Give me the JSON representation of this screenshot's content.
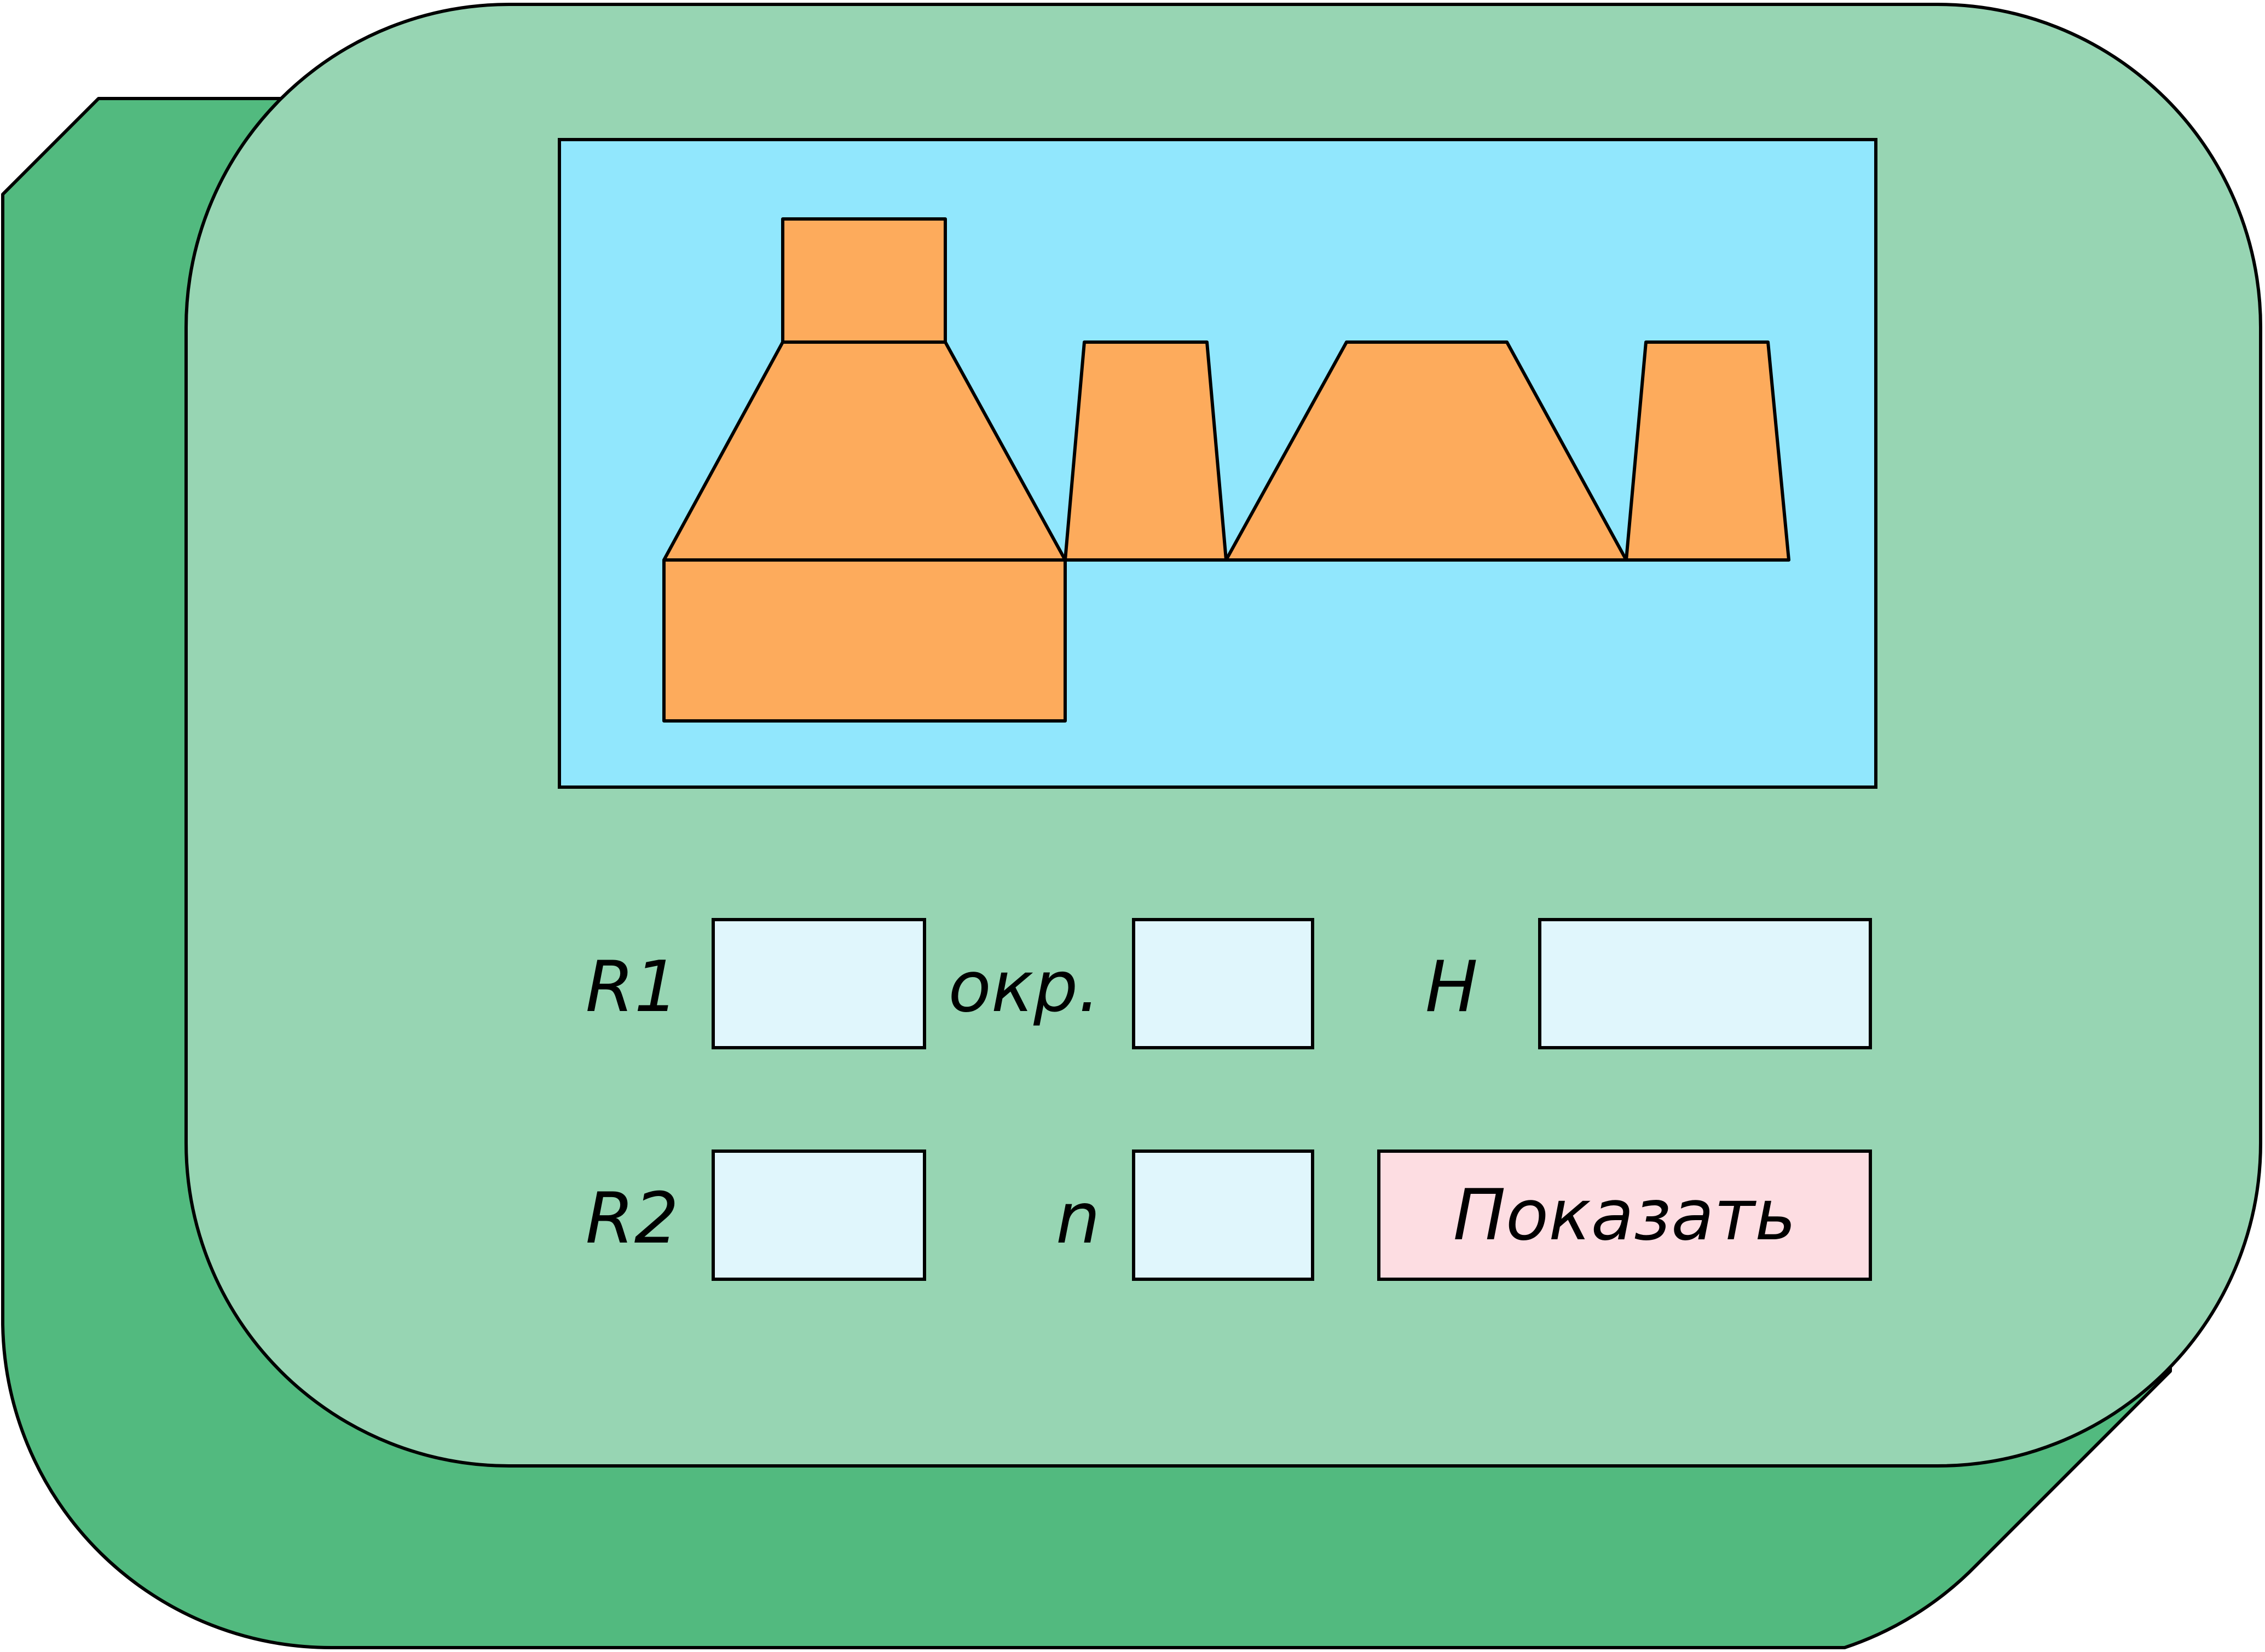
{
  "colors": {
    "panel_back": "#52ba7f",
    "panel_front": "#97d5b3",
    "screen_bg": "#91e7fd",
    "shape_fill": "#fdab5c",
    "input_bg": "#e0f6fc",
    "button_bg": "#fddde2",
    "outline": "#000000"
  },
  "preview": {
    "shapes": [
      "top-small-rect",
      "large-trapezoid",
      "base-rect",
      "narrow-trapezoid-1",
      "wide-trapezoid",
      "narrow-trapezoid-2"
    ]
  },
  "form": {
    "r1_label": "R1",
    "r2_label": "R2",
    "okr_label": "окр.",
    "n_label": "n",
    "h_label": "H",
    "r1_value": "",
    "r2_value": "",
    "okr_value": "",
    "n_value": "",
    "h_value": "",
    "show_button": "Показать"
  }
}
